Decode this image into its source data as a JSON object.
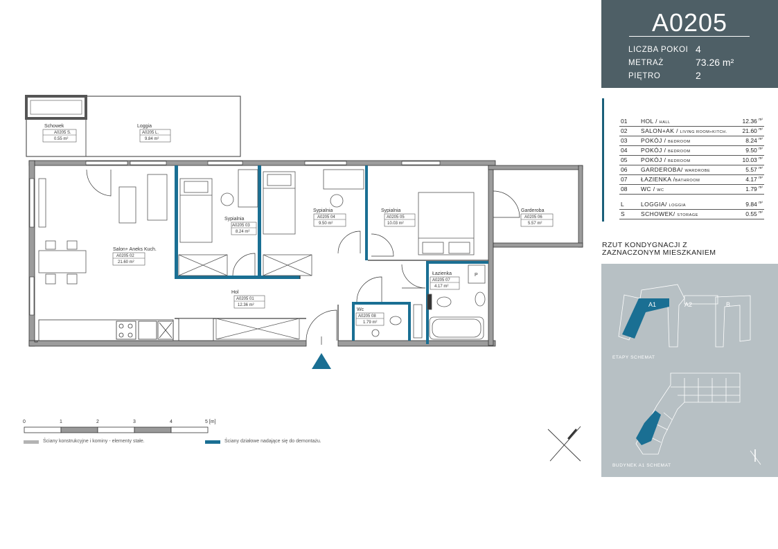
{
  "unit": {
    "code": "A0205",
    "rows": [
      {
        "label": "LICZBA POKOI",
        "value": "4"
      },
      {
        "label": "METRAŻ",
        "value": "73.26 m²"
      },
      {
        "label": "PIĘTRO",
        "value": "2"
      }
    ]
  },
  "rooms": [
    {
      "num": "01",
      "name": "HOL / ",
      "sub": "HALL",
      "area": "12.36",
      "unit": "m²"
    },
    {
      "num": "02",
      "name": "SALON+AK / ",
      "sub": "LIVING ROOM+KITCH.",
      "area": "21.60",
      "unit": "m²"
    },
    {
      "num": "03",
      "name": "POKÓJ / ",
      "sub": "BEDROOM",
      "area": "8.24",
      "unit": "m²"
    },
    {
      "num": "04",
      "name": "POKÓJ / ",
      "sub": "BEDROOM",
      "area": "9.50",
      "unit": "m²"
    },
    {
      "num": "05",
      "name": "POKÓJ / ",
      "sub": "BEDROOM",
      "area": "10.03",
      "unit": "m²"
    },
    {
      "num": "06",
      "name": "GARDEROBA/ ",
      "sub": "WARDROBE",
      "area": "5.57",
      "unit": "m²"
    },
    {
      "num": "07",
      "name": "ŁAZIENKA /",
      "sub": "BATHROOM",
      "area": "4.17",
      "unit": "m²"
    },
    {
      "num": "08",
      "name": "WC / ",
      "sub": "WC",
      "area": "1.79",
      "unit": "m²"
    }
  ],
  "extras": [
    {
      "num": "L",
      "name": "LOGGIA/ ",
      "sub": "LOGGIA",
      "area": "9.84",
      "unit": "m²"
    },
    {
      "num": "S",
      "name": "SCHOWEK/ ",
      "sub": "STORAGE",
      "area": "0.55",
      "unit": "m²"
    }
  ],
  "caption": {
    "line1": "RZUT KONDYGNACJI Z",
    "line2": "ZAZNACZONYM MIESZKANIEM"
  },
  "schema": {
    "stages_label": "ETAPY SCHEMAT",
    "building_label": "BUDYNEK A1 SCHEMAT",
    "blocks": [
      "A1",
      "A2",
      "B"
    ]
  },
  "plan": {
    "labels": [
      {
        "name": "Schowek",
        "code": "A0205 S.",
        "area": "0.55 m²"
      },
      {
        "name": "Loggia",
        "code": "A0205 L.",
        "area": "9.84 m²"
      },
      {
        "name": "Salon+ Aneks Kuch.",
        "code": "A0205 02",
        "area": "21.60 m²"
      },
      {
        "name": "Sypialnia",
        "code": "A0205 03",
        "area": "8.24 m²"
      },
      {
        "name": "Sypialnia",
        "code": "A0205 04",
        "area": "9.50 m²"
      },
      {
        "name": "Sypialnia",
        "code": "A0205 05",
        "area": "10.03 m²"
      },
      {
        "name": "Garderoba",
        "code": "A0205 06",
        "area": "5.57 m²"
      },
      {
        "name": "Hol",
        "code": "A0205 01",
        "area": "12.36 m²"
      },
      {
        "name": "Wc",
        "code": "A0205 08",
        "area": "1.79 m²"
      },
      {
        "name": "Łazienka",
        "code": "A0205 07",
        "area": "4.17 m²"
      }
    ],
    "p_mark": "P"
  },
  "legend": {
    "items": [
      {
        "text": "Ściany konstrukcyjne i kominy - elementy stałe.",
        "color": "#b3b3b3"
      },
      {
        "text": "Ściany działowe nadające się do demontażu.",
        "color": "#1a6f93"
      }
    ],
    "scale_ticks": [
      "0",
      "1",
      "2",
      "3",
      "4",
      "5 [m]"
    ]
  },
  "colors": {
    "panel": "#4e5f66",
    "accent": "#1a6f93",
    "schema": "#b7c0c4"
  }
}
